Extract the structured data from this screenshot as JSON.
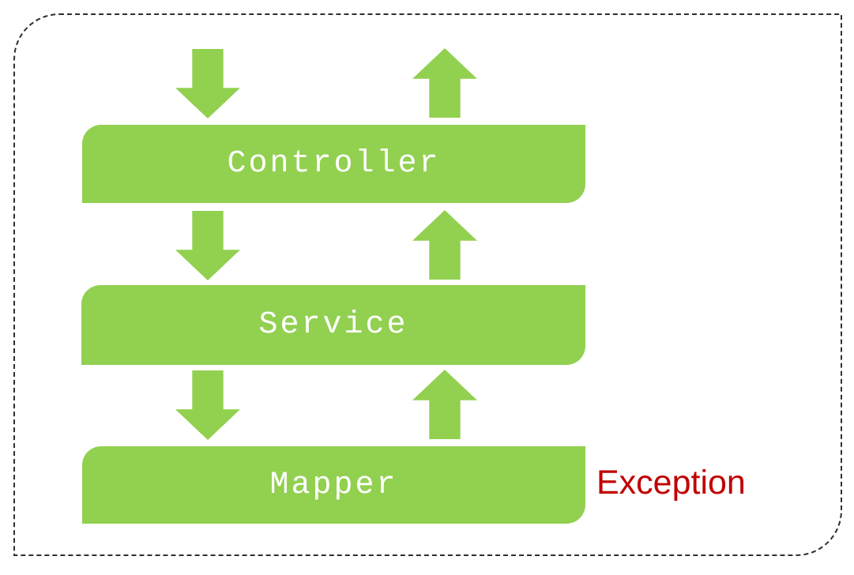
{
  "diagram": {
    "type": "layered-architecture",
    "layers": [
      {
        "label": "Controller"
      },
      {
        "label": "Service"
      },
      {
        "label": "Mapper"
      }
    ],
    "exception_label": "Exception",
    "arrows": [
      {
        "direction": "down",
        "row": 1,
        "between": [
          "top",
          "Controller"
        ]
      },
      {
        "direction": "up",
        "row": 1,
        "between": [
          "Controller",
          "top"
        ]
      },
      {
        "direction": "down",
        "row": 2,
        "between": [
          "Controller",
          "Service"
        ]
      },
      {
        "direction": "up",
        "row": 2,
        "between": [
          "Service",
          "Controller"
        ]
      },
      {
        "direction": "down",
        "row": 3,
        "between": [
          "Service",
          "Mapper"
        ]
      },
      {
        "direction": "up",
        "row": 3,
        "between": [
          "Mapper",
          "Service"
        ]
      }
    ],
    "colors": {
      "green": "#92D050",
      "exception_red": "#C00000",
      "border": "#2F2F2F",
      "label_text": "#FFFFFF"
    }
  }
}
